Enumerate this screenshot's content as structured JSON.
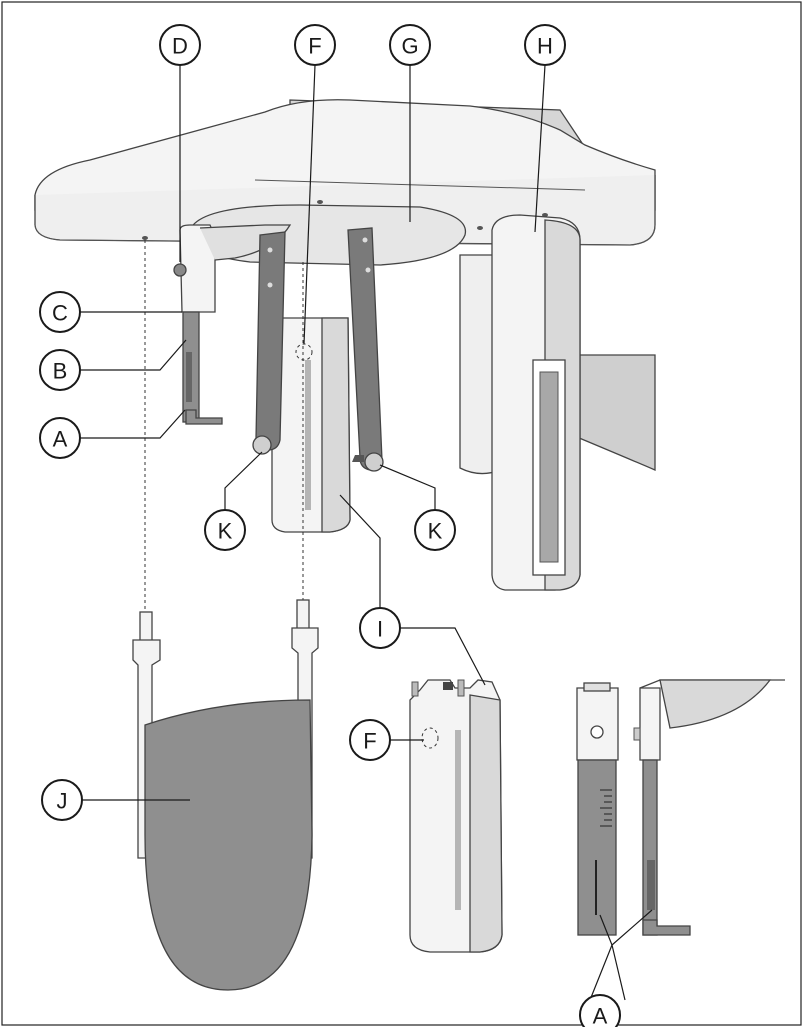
{
  "labels": {
    "D": "D",
    "F": "F",
    "G": "G",
    "H": "H",
    "C": "C",
    "B": "B",
    "A": "A",
    "K": "K",
    "I": "I",
    "J": "J"
  },
  "colors": {
    "body": "#f2f2f2",
    "shade": "#d9d9d9",
    "dark_arm": "#7a7a7a",
    "plate": "#8f8f8f",
    "slot": "#a8a8a8"
  }
}
